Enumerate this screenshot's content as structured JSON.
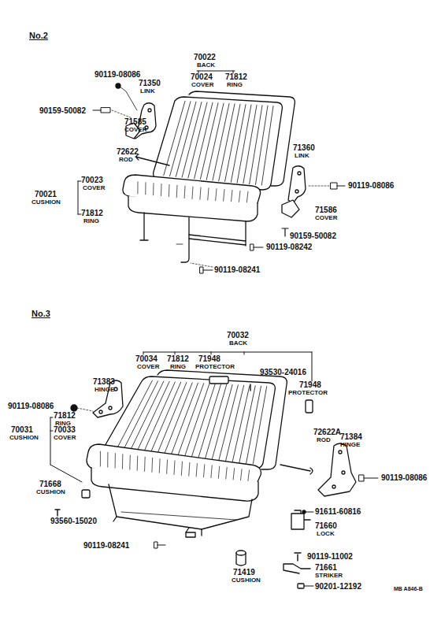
{
  "diagram": {
    "labels": [
      "No.2",
      "70022",
      "BACK",
      "90119-08086",
      "70024",
      "COVER",
      "71812",
      "RING",
      "71350",
      "LINK",
      "90159-50082",
      "71585",
      "COVER",
      "72622",
      "ROD",
      "71360",
      "LINK",
      "70023",
      "COVER",
      "90119-08086",
      "70021",
      "CUSHION",
      "71812",
      "RING",
      "71586",
      "COVER",
      "90159-50082",
      "90119-08242",
      "90119-08241",
      "No.3",
      "70032",
      "BACK",
      "70034",
      "COVER",
      "71812",
      "RING",
      "71948",
      "PROTECTOR",
      "93530-24016",
      "71948",
      "PROTECTOR",
      "71383",
      "HINGE",
      "90119-08086",
      "71812",
      "RING",
      "70031",
      "CUSHION",
      "70033",
      "COVER",
      "72622A",
      "ROD",
      "71384",
      "HINGE",
      "90119-08086",
      "71668",
      "CUSHION",
      "93560-15020",
      "91611-60816",
      "71660",
      "LOCK",
      "90119-08241",
      "90119-11002",
      "71419",
      "CUSHION",
      "71661",
      "STRIKER",
      "90201-12192",
      "MB A846-B"
    ]
  }
}
